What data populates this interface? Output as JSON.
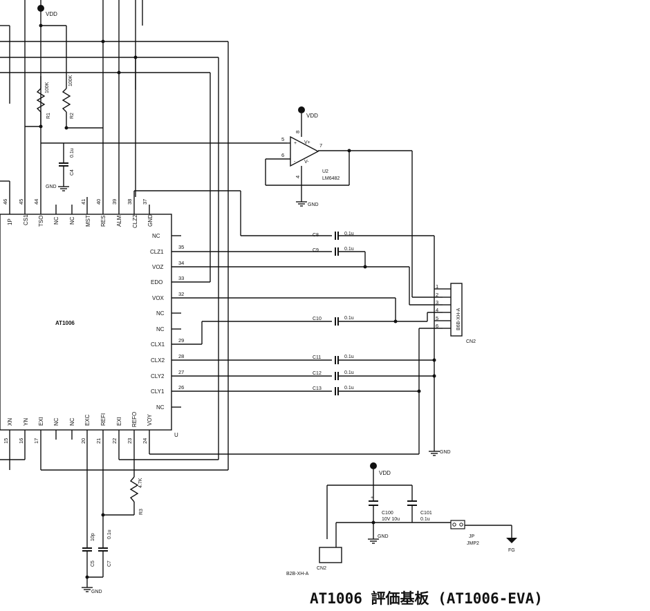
{
  "title": "AT1006 評価基板 (AT1006-EVA)",
  "ic": {
    "name": "AT1006",
    "corner_mark": "U",
    "right_pins": [
      {
        "num": "",
        "name": "NC"
      },
      {
        "num": "35",
        "name": "CLZ1"
      },
      {
        "num": "34",
        "name": "VOZ"
      },
      {
        "num": "33",
        "name": "EDO"
      },
      {
        "num": "32",
        "name": "VOX"
      },
      {
        "num": "",
        "name": "NC"
      },
      {
        "num": "",
        "name": "NC"
      },
      {
        "num": "29",
        "name": "CLX1"
      },
      {
        "num": "28",
        "name": "CLX2"
      },
      {
        "num": "27",
        "name": "CLY2"
      },
      {
        "num": "26",
        "name": "CLY1"
      },
      {
        "num": "",
        "name": "NC"
      }
    ],
    "top_pins": [
      {
        "num": "46",
        "name": "1P"
      },
      {
        "num": "45",
        "name": "CS1"
      },
      {
        "num": "44",
        "name": "TSO"
      },
      {
        "num": "",
        "name": "NC"
      },
      {
        "num": "",
        "name": "NC"
      },
      {
        "num": "41",
        "name": "MST"
      },
      {
        "num": "40",
        "name": "RES"
      },
      {
        "num": "39",
        "name": "ALM"
      },
      {
        "num": "38",
        "name": "CLZ2"
      },
      {
        "num": "37",
        "name": "GND"
      }
    ],
    "bottom_pins": [
      {
        "num": "15",
        "name": "XN"
      },
      {
        "num": "16",
        "name": "YN"
      },
      {
        "num": "17",
        "name": "EXI"
      },
      {
        "num": "",
        "name": "NC"
      },
      {
        "num": "",
        "name": "NC"
      },
      {
        "num": "20",
        "name": "EXC"
      },
      {
        "num": "21",
        "name": "REFI"
      },
      {
        "num": "22",
        "name": "EXI"
      },
      {
        "num": "23",
        "name": "REFO"
      },
      {
        "num": "24",
        "name": "VOY"
      }
    ]
  },
  "resistors": {
    "r1": {
      "ref": "R1",
      "value": "100K"
    },
    "r2": {
      "ref": "R2",
      "value": "100K"
    },
    "r3": {
      "ref": "R3",
      "value": "4.7K"
    }
  },
  "caps": {
    "c4": {
      "ref": "C4",
      "value": "0.1u"
    },
    "c5": {
      "ref": "C5",
      "value": "10p"
    },
    "c7": {
      "ref": "C7",
      "value": "0.1u"
    },
    "c8": {
      "ref": "C8",
      "value": "0.1u"
    },
    "c9": {
      "ref": "C9",
      "value": "0.1u"
    },
    "c10": {
      "ref": "C10",
      "value": "0.1u"
    },
    "c11": {
      "ref": "C11",
      "value": "0.1u"
    },
    "c12": {
      "ref": "C12",
      "value": "0.1u"
    },
    "c13": {
      "ref": "C13",
      "value": "0.1u"
    },
    "c100": {
      "ref": "C100",
      "value": "10V 10u"
    },
    "c101": {
      "ref": "C101",
      "value": "0.1u"
    }
  },
  "opamp": {
    "ref": "U2",
    "part": "LM6482",
    "pin_plus": "5",
    "pin_minus": "6",
    "pin_out": "7",
    "pin_vplus_num": "8",
    "pin_vminus_num": "4",
    "vplus": "V+",
    "vminus": "V-"
  },
  "connector_cn2": {
    "ref": "CN2",
    "part": "B6B-XH-A",
    "pins": [
      "1",
      "2",
      "3",
      "4",
      "5",
      "6"
    ]
  },
  "connector_power": {
    "ref": "CN2",
    "part": "B2B-XH-A"
  },
  "jumper": {
    "ref": "JP",
    "part": "JMP2"
  },
  "nets": {
    "vdd": "VDD",
    "gnd": "GND",
    "fg": "FG"
  }
}
